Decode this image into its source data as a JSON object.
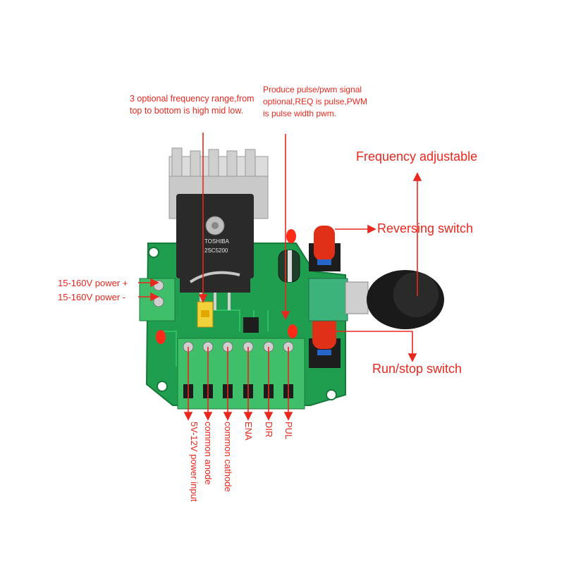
{
  "labels": {
    "frequency_range": "3 optional frequency range,from top to bottom is high mid low.",
    "pulse_mode": "Produce pulse/pwm signal optional,REQ is pulse,PWM is pulse width pwm.",
    "frequency_adjustable": "Frequency adjustable",
    "reversing_switch": "Reversing switch",
    "run_stop_switch": "Run/stop switch",
    "power_plus": "15-160V power +",
    "power_minus": "15-160V power -",
    "pin_5v": "5V-12V power input",
    "pin_common_anode": "common anode",
    "pin_common_cathode": "common cathode",
    "pin_ena": "ENA",
    "pin_dir": "DIR",
    "pin_pul": "PUL"
  },
  "chip": {
    "brand": "TOSHIBA",
    "model": "2SC5200"
  },
  "colors": {
    "annotation": "#e8281e",
    "pcb": "#1f9e4f",
    "terminal": "#3fbf6a",
    "heatsink": "#d7d7d7",
    "knob": "#1a1a1a",
    "button": "#e03018"
  }
}
